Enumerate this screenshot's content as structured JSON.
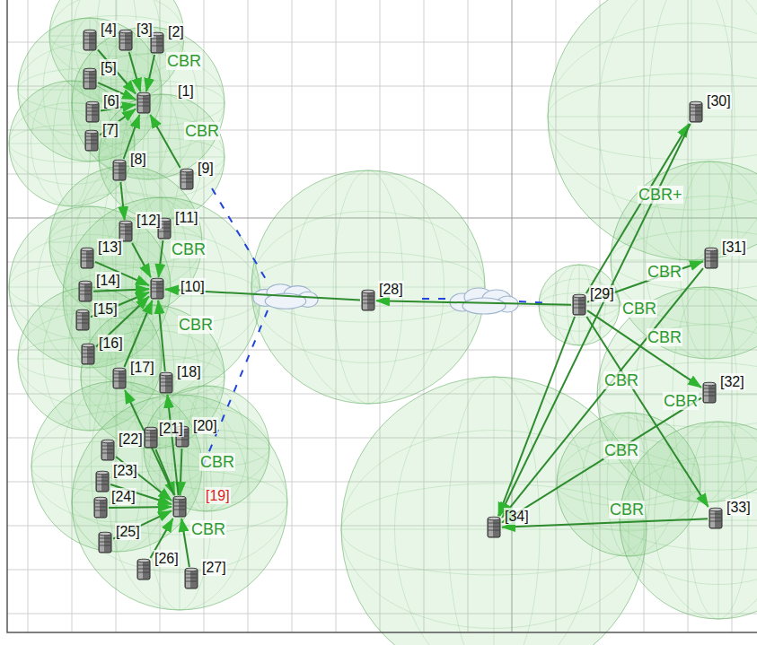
{
  "diagram": {
    "nodes": [
      {
        "text": [
          "[1]"
        ]
      },
      {
        "text": [
          "[2]"
        ]
      },
      {
        "text": [
          "[3]"
        ]
      },
      {
        "text": [
          "[4]"
        ]
      },
      {
        "text": [
          "[5]"
        ]
      },
      {
        "text": [
          "[6]"
        ]
      },
      {
        "text": [
          "[7]"
        ]
      },
      {
        "text": [
          "[8]"
        ]
      },
      {
        "text": [
          "[9]"
        ]
      },
      {
        "text": [
          "[10]"
        ]
      },
      {
        "text": [
          "[11]"
        ]
      },
      {
        "text": [
          "[12]"
        ]
      },
      {
        "text": [
          "[13]"
        ]
      },
      {
        "text": [
          "[14]"
        ]
      },
      {
        "text": [
          "[15]"
        ]
      },
      {
        "text": [
          "[16]"
        ]
      },
      {
        "text": [
          "[17]"
        ]
      },
      {
        "text": [
          "[18]"
        ]
      },
      {
        "text": [
          "[19]"
        ]
      },
      {
        "text": [
          "[20]"
        ]
      },
      {
        "text": [
          "[21]"
        ]
      },
      {
        "text": [
          "[22]"
        ]
      },
      {
        "text": [
          "[23]"
        ]
      },
      {
        "text": [
          "[24]"
        ]
      },
      {
        "text": [
          "[25]"
        ]
      },
      {
        "text": [
          "[26]"
        ]
      },
      {
        "text": [
          "[27]"
        ]
      },
      {
        "text": [
          "[28]"
        ]
      },
      {
        "text": [
          "[29]"
        ]
      },
      {
        "text": [
          "[30]"
        ]
      },
      {
        "text": [
          "[31]"
        ]
      },
      {
        "text": [
          "[32]"
        ]
      },
      {
        "text": [
          "[33]"
        ]
      },
      {
        "text": [
          "[34]"
        ]
      }
    ],
    "edges": [
      {
        "from": 1,
        "to": 0,
        "arrow": "to"
      },
      {
        "from": 2,
        "to": 0,
        "arrow": "to"
      },
      {
        "from": 3,
        "to": 0,
        "arrow": "to"
      },
      {
        "from": 4,
        "to": 0,
        "arrow": "to"
      },
      {
        "from": 5,
        "to": 0,
        "arrow": "to"
      },
      {
        "from": 6,
        "to": 0,
        "arrow": "to"
      },
      {
        "from": 7,
        "to": 0,
        "arrow": "to"
      },
      {
        "from": 8,
        "to": 0,
        "arrow": "to"
      },
      {
        "from": 7,
        "to": 11,
        "arrow": "to"
      },
      {
        "from": 10,
        "to": 9,
        "arrow": "to"
      },
      {
        "from": 11,
        "to": 9,
        "arrow": "to"
      },
      {
        "from": 12,
        "to": 9,
        "arrow": "to"
      },
      {
        "from": 13,
        "to": 9,
        "arrow": "to"
      },
      {
        "from": 14,
        "to": 9,
        "arrow": "to"
      },
      {
        "from": 15,
        "to": 9,
        "arrow": "to"
      },
      {
        "from": 16,
        "to": 9,
        "arrow": "to"
      },
      {
        "from": 17,
        "to": 9,
        "arrow": "to"
      },
      {
        "from": 19,
        "to": 18,
        "arrow": "to"
      },
      {
        "from": 20,
        "to": 18,
        "arrow": "to"
      },
      {
        "from": 21,
        "to": 18,
        "arrow": "to"
      },
      {
        "from": 22,
        "to": 18,
        "arrow": "to"
      },
      {
        "from": 23,
        "to": 18,
        "arrow": "to"
      },
      {
        "from": 24,
        "to": 18,
        "arrow": "to"
      },
      {
        "from": 25,
        "to": 18,
        "arrow": "to"
      },
      {
        "from": 26,
        "to": 18,
        "arrow": "to"
      },
      {
        "from": 18,
        "to": 16,
        "arrow": "to"
      },
      {
        "from": 18,
        "to": 17,
        "arrow": "to"
      },
      {
        "from": 27,
        "to": 9,
        "arrow": "to"
      },
      {
        "from": 28,
        "to": 27,
        "arrow": "to"
      },
      {
        "from": 28,
        "to": 29,
        "arrow": "to"
      },
      {
        "from": 28,
        "to": 30,
        "arrow": "to"
      },
      {
        "from": 28,
        "to": 31,
        "arrow": "to"
      },
      {
        "from": 28,
        "to": 32,
        "arrow": "to"
      },
      {
        "from": 28,
        "to": 33,
        "arrow": "to"
      },
      {
        "from": 29,
        "to": 33,
        "arrow": "to"
      },
      {
        "from": 30,
        "to": 33,
        "arrow": "to"
      },
      {
        "from": 31,
        "to": 33,
        "arrow": "to"
      },
      {
        "from": 32,
        "to": 33,
        "arrow": "to"
      }
    ],
    "labels": [
      "CBR",
      "CBR",
      "CBR+",
      "CBR",
      "CBR",
      "CBR",
      "CBR",
      "CBR",
      "CBR",
      "CBR",
      "CBR",
      "CBR",
      "CBR",
      "CBR"
    ]
  }
}
